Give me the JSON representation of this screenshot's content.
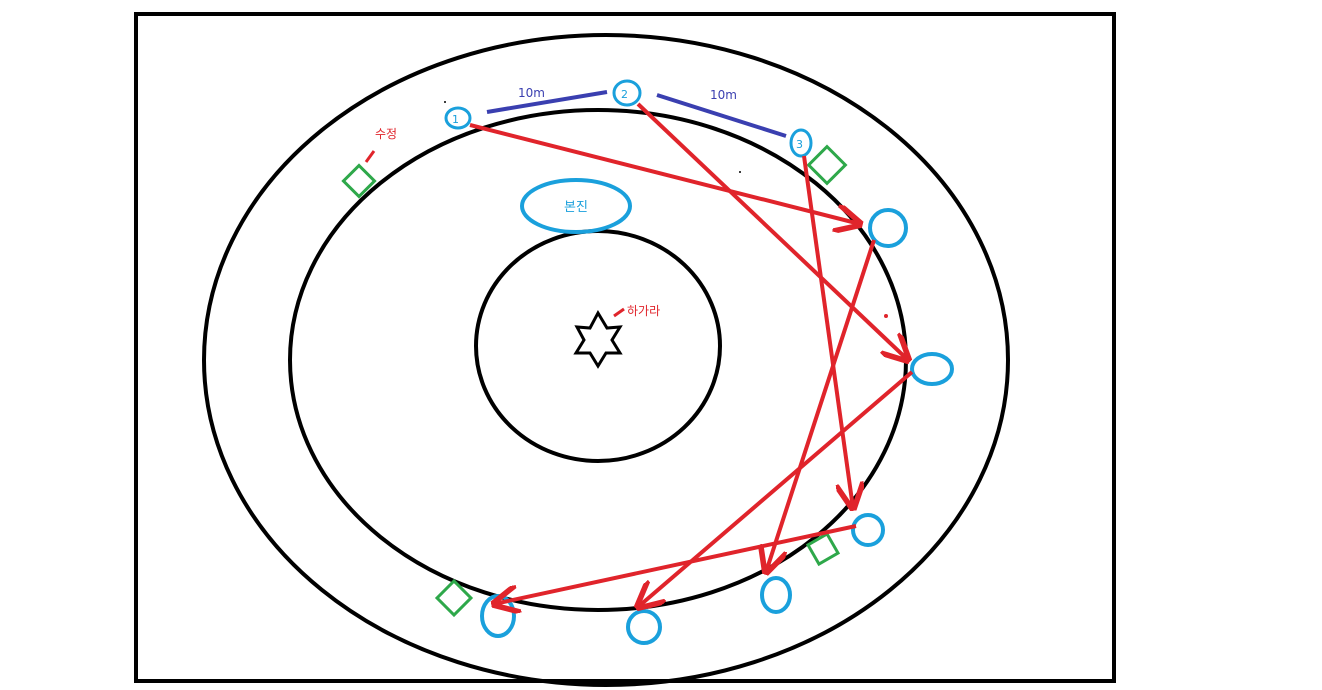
{
  "labels": {
    "distance_left": "10m",
    "distance_right": "10m",
    "marker_1": "1",
    "marker_2": "2",
    "marker_3": "3",
    "main_camp": "본진",
    "watch_post": "수정",
    "center_target": "하가라"
  },
  "colors": {
    "frame": "#000000",
    "ring": "#000000",
    "marker": "#1aa0dc",
    "arrow": "#e0242b",
    "distance_line": "#3a3fb0",
    "distance_text": "#3a3fb0",
    "camp_text": "#1aa0dc",
    "red_text": "#e0242b",
    "diamond": "#2ea84a"
  },
  "icons": {
    "center": "six-point-star-icon",
    "post": "diamond-icon"
  }
}
